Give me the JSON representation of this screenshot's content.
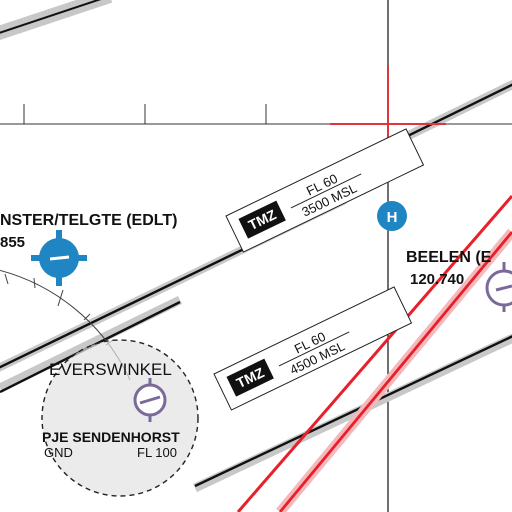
{
  "airfields": [
    {
      "name": "NSTER/TELGTE (EDLT)",
      "frequency": "855"
    },
    {
      "name": "BEELEN (E",
      "frequency": "120.740"
    }
  ],
  "places": [
    {
      "name": "EVERSWINKEL"
    }
  ],
  "tmz": [
    {
      "badge": "TMZ",
      "upper": "FL 60",
      "lower": "3500 MSL"
    },
    {
      "badge": "TMZ",
      "upper": "FL 60",
      "lower": "4500 MSL"
    }
  ],
  "parachute_area": {
    "name": "PJE SENDENHORST",
    "lower": "GND",
    "upper": "FL 100"
  },
  "heliport": {
    "symbol": "H"
  },
  "colors": {
    "airspace_band": "#c8c8c8",
    "tmz_boundary": "#111111",
    "restricted_red": "#e8202a",
    "heliport_blue": "#1f86c3",
    "airfield_purple": "#7a6a9a",
    "crosshair": "#e0353a"
  }
}
